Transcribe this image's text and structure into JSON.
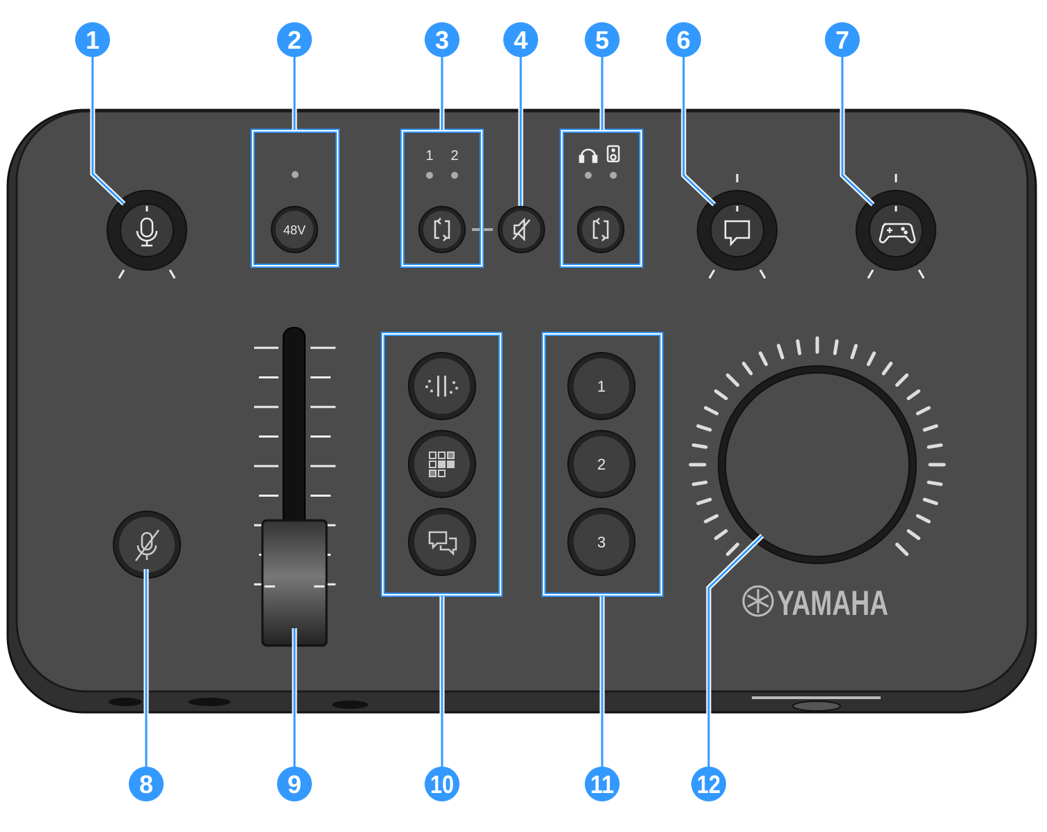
{
  "device": {
    "brand": "YAMAHA",
    "phantom_button_label": "48V",
    "input_indicator_labels": [
      "1",
      "2"
    ],
    "scene_buttons": [
      "1",
      "2",
      "3"
    ],
    "output_icons": [
      "headphones-icon",
      "speaker-icon"
    ],
    "effect_icons": [
      "voice-effect-icon",
      "dsp-preset-icon",
      "voice-chat-icon"
    ]
  },
  "callouts": [
    "1",
    "2",
    "3",
    "4",
    "5",
    "6",
    "7",
    "8",
    "9",
    "10",
    "11",
    "12"
  ],
  "colors": {
    "callout": "#3399ff",
    "body": "#4b4b4b",
    "edge": "#1a1a1a"
  }
}
